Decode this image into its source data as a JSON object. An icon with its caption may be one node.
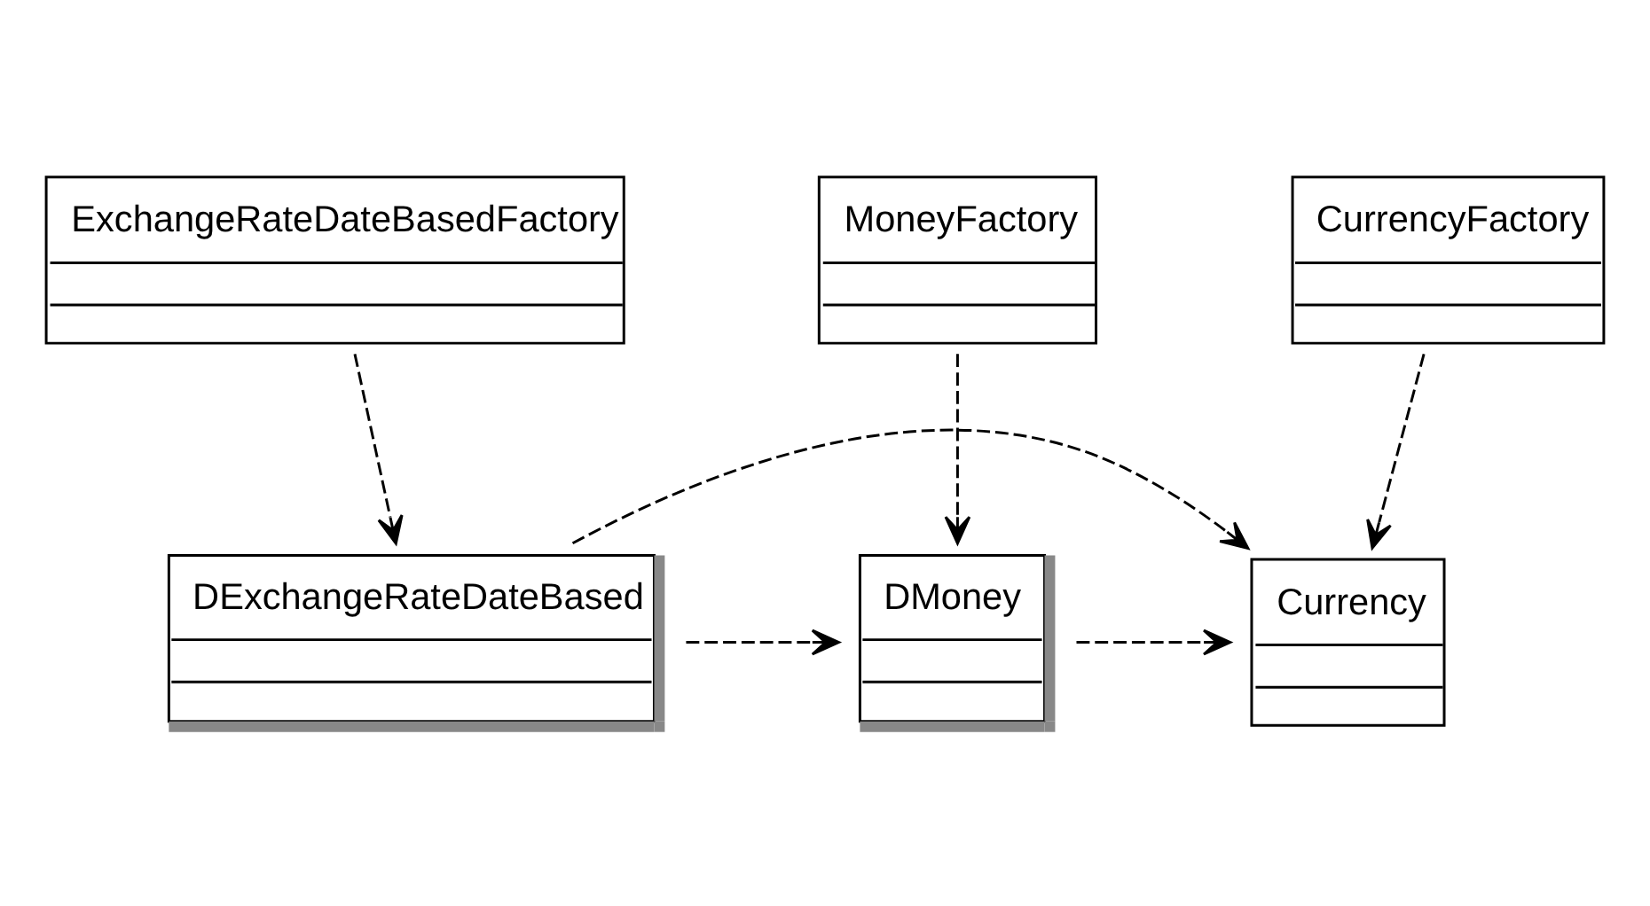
{
  "diagram": {
    "nodes": [
      {
        "text": [
          "MoneyFactory"
        ]
      },
      {
        "text": [
          "ExchangeRateDateBasedFactory"
        ]
      },
      {
        "text": [
          "CurrencyFactory"
        ]
      },
      {
        "text": [
          "DMoney"
        ]
      },
      {
        "text": [
          "DExchangeRateDateBased"
        ]
      },
      {
        "text": [
          "Currency"
        ]
      }
    ],
    "edges": [
      {
        "from": 0,
        "to": 3,
        "arrow": "to",
        "style": "dashed"
      },
      {
        "from": 1,
        "to": 4,
        "arrow": "to",
        "style": "dashed"
      },
      {
        "from": 2,
        "to": 5,
        "arrow": "to",
        "style": "dashed"
      },
      {
        "from": 4,
        "to": 3,
        "arrow": "to",
        "style": "dashed"
      },
      {
        "from": 4,
        "to": 5,
        "arrow": "to",
        "style": "dashed"
      },
      {
        "from": 3,
        "to": 5,
        "arrow": "to",
        "style": "dashed"
      }
    ]
  }
}
